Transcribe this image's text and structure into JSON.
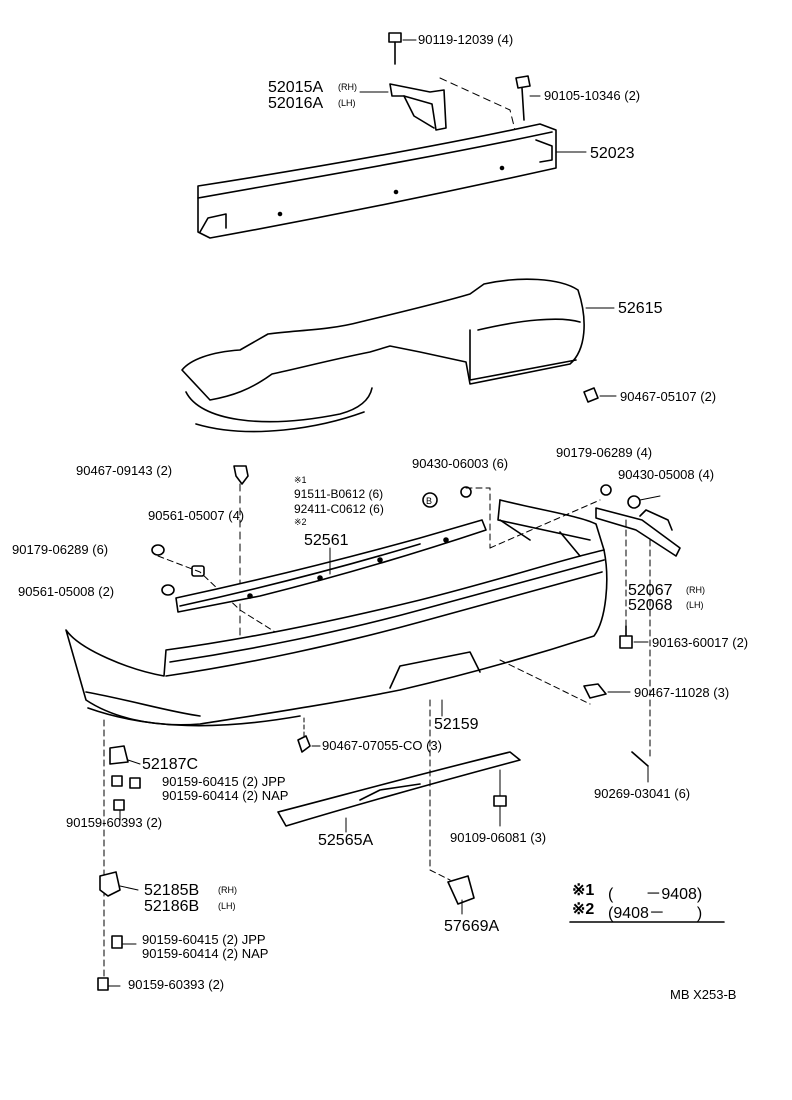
{
  "parts": {
    "p90119": "90119-12039 (4)",
    "p52015A": "52015A",
    "p52015A_side": "(RH)",
    "p52016A": "52016A",
    "p52016A_side": "(LH)",
    "p90105": "90105-10346 (2)",
    "p52023": "52023",
    "p52615": "52615",
    "p90467_05107": "90467-05107 (2)",
    "p90179_right": "90179-06289 (4)",
    "p90430_05008": "90430-05008 (4)",
    "p90430_06003": "90430-06003 (6)",
    "p90467_09143": "90467-09143 (2)",
    "note1": "※1",
    "p91511": "91511-B0612 (6)",
    "p92411": "92411-C0612 (6)",
    "note2": "※2",
    "p52561": "52561",
    "p90561_05007": "90561-05007 (4)",
    "p90179_left": "90179-06289 (6)",
    "p90561_05008": "90561-05008 (2)",
    "p52067": "52067",
    "p52067_side": "(RH)",
    "p52068": "52068",
    "p52068_side": "(LH)",
    "p90163": "90163-60017 (2)",
    "p90467_11028": "90467-11028 (3)",
    "p52159": "52159",
    "p52187C": "52187C",
    "p90467_07055": "90467-07055-CO (3)",
    "p90159_60415_a": "90159-60415 (2) JPP",
    "p90159_60414_a": "90159-60414 (2) NAP",
    "p90159_60393_a": "90159-60393 (2)",
    "p90269": "90269-03041 (6)",
    "p52565A": "52565A",
    "p90109": "90109-06081 (3)",
    "p52185B": "52185B",
    "p52185B_side": "(RH)",
    "p52186B": "52186B",
    "p52186B_side": "(LH)",
    "p57669A": "57669A",
    "p90159_60415_b": "90159-60415 (2) JPP",
    "p90159_60414_b": "90159-60414 (2) NAP",
    "p90159_60393_b": "90159-60393 (2)"
  },
  "legend": {
    "row1_mark": "※1",
    "row1_range": "(　　－9408)",
    "row2_mark": "※2",
    "row2_range": "(9408－　　)"
  },
  "drawing_ref": "MB X253-B"
}
